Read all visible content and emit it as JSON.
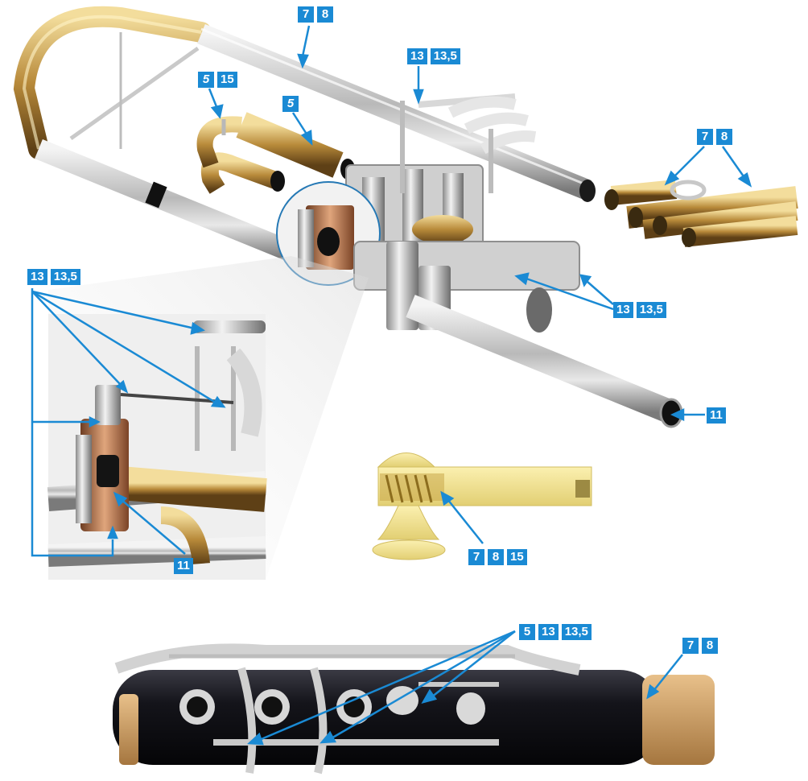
{
  "colors": {
    "accent": "#1a8ad4",
    "label_text": "#ffffff"
  },
  "labels": {
    "top_tube": [
      "7",
      "8"
    ],
    "valve_cluster": [
      "13",
      "13,5"
    ],
    "water_key": [
      "5",
      "15"
    ],
    "crook": [
      "5"
    ],
    "slides": [
      "7",
      "8"
    ],
    "levers": [
      "13",
      "13,5"
    ],
    "inset_mechanism": [
      "13",
      "13,5"
    ],
    "tube_end": [
      "11"
    ],
    "rotor": [
      "11"
    ],
    "stopper": [
      "7",
      "8",
      "15"
    ],
    "clarinet_keys": [
      "5",
      "13",
      "13,5"
    ],
    "tenon_cork": [
      "7",
      "8"
    ]
  }
}
